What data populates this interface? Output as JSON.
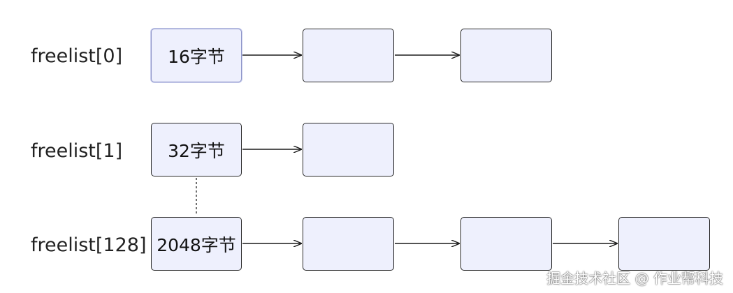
{
  "rows": [
    {
      "label": "freelist[0]",
      "head": "16字节"
    },
    {
      "label": "freelist[1]",
      "head": "32字节"
    },
    {
      "label": "freelist[128]",
      "head": "2048字节"
    }
  ],
  "watermark": "掘金技术社区 @ 作业帮科技",
  "colors": {
    "node_fill": "#eef0fd",
    "node_border": "#2a2a2a",
    "arrow": "#1a1a1a"
  }
}
